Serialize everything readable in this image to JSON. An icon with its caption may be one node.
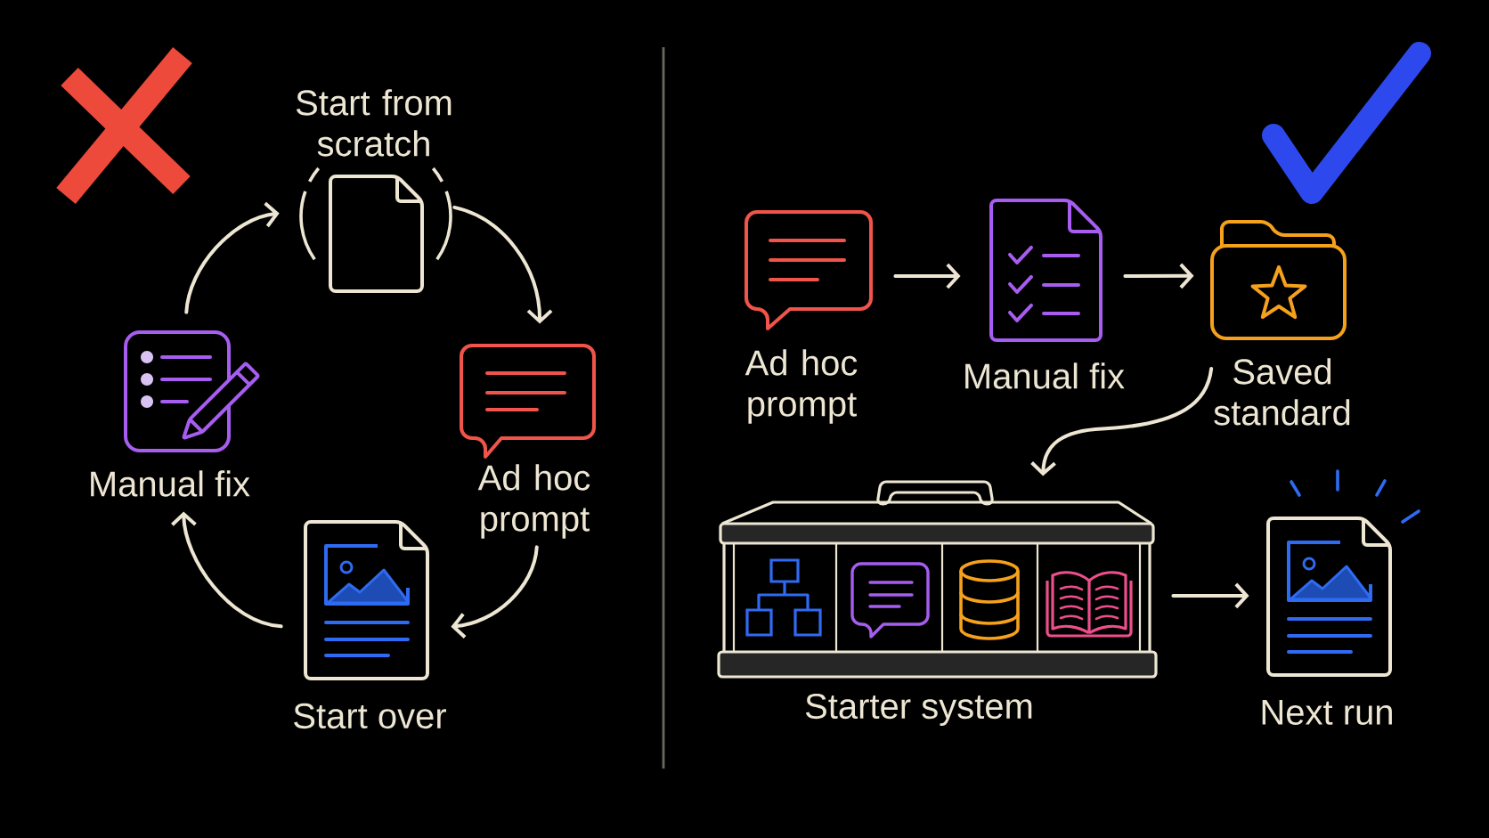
{
  "diagram": {
    "nodes": [
      {
        "text": [
          "Start from scratch"
        ]
      },
      {
        "text": [
          "Ad hoc prompt"
        ]
      },
      {
        "text": [
          "Start over"
        ]
      },
      {
        "text": [
          "Manual fix"
        ]
      },
      {
        "text": [
          "Ad hoc prompt"
        ]
      },
      {
        "text": [
          "Manual fix"
        ]
      },
      {
        "text": [
          "Saved standard"
        ]
      },
      {
        "text": [
          "Starter system"
        ]
      },
      {
        "text": [
          "Next run"
        ]
      }
    ],
    "edges": [
      {
        "from": 0,
        "to": 1,
        "arrow": "to"
      },
      {
        "from": 1,
        "to": 2,
        "arrow": "to"
      },
      {
        "from": 2,
        "to": 3,
        "arrow": "to"
      },
      {
        "from": 3,
        "to": 0,
        "arrow": "to"
      },
      {
        "from": 4,
        "to": 5,
        "arrow": "to"
      },
      {
        "from": 5,
        "to": 6,
        "arrow": "to"
      },
      {
        "from": 6,
        "to": 7,
        "arrow": "to"
      },
      {
        "from": 7,
        "to": 8,
        "arrow": "to"
      }
    ]
  }
}
